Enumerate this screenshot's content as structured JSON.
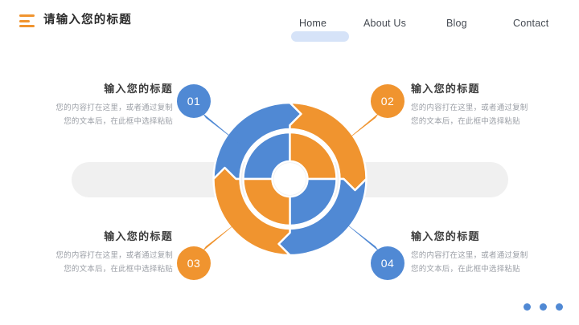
{
  "header": {
    "logo_icon": "hamburger-bars-icon",
    "title": "请输入您的标题",
    "nav": [
      {
        "label": "Home",
        "active": true
      },
      {
        "label": "About Us",
        "active": false
      },
      {
        "label": "Blog",
        "active": false
      },
      {
        "label": "Contact",
        "active": false
      }
    ]
  },
  "colors": {
    "blue": "#5089D4",
    "orange": "#F0942F",
    "grey_bar": "#f0f0f0",
    "nav_pill": "#cfdef7",
    "heading": "#3d3d3d",
    "body_text": "#9b9fa6"
  },
  "items": [
    {
      "number": "01",
      "color": "blue",
      "heading": "输入您的标题",
      "body_line1": "您的内容打在这里，或者通过复制",
      "body_line2": "您的文本后，在此框中选择粘贴"
    },
    {
      "number": "02",
      "color": "orange",
      "heading": "输入您的标题",
      "body_line1": "您的内容打在这里，或者通过复制",
      "body_line2": "您的文本后，在此框中选择粘贴"
    },
    {
      "number": "03",
      "color": "orange",
      "heading": "输入您的标题",
      "body_line1": "您的内容打在这里，或者通过复制",
      "body_line2": "您的文本后，在此框中选择粘贴"
    },
    {
      "number": "04",
      "color": "blue",
      "heading": "输入您的标题",
      "body_line1": "您的内容打在这里，或者通过复制",
      "body_line2": "您的文本后，在此框中选择粘贴"
    }
  ],
  "diagram": {
    "name": "four-quadrant-cycle-diagram",
    "outer_ring": [
      {
        "position": "top-left",
        "color": "blue"
      },
      {
        "position": "top-right",
        "color": "orange"
      },
      {
        "position": "bottom-right",
        "color": "blue"
      },
      {
        "position": "bottom-left",
        "color": "orange"
      }
    ],
    "inner_ring": [
      {
        "position": "top-left",
        "color": "blue"
      },
      {
        "position": "top-right",
        "color": "orange"
      },
      {
        "position": "bottom-right",
        "color": "blue"
      },
      {
        "position": "bottom-left",
        "color": "orange"
      }
    ],
    "hub": "white"
  },
  "pagination": {
    "dots": 3,
    "active_index": 0
  }
}
